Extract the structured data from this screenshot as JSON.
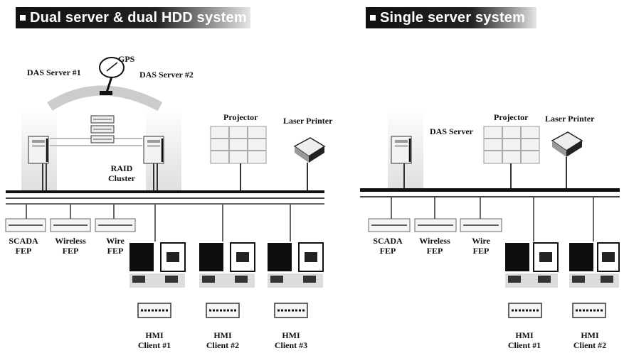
{
  "left": {
    "title": "Dual server & dual HDD system",
    "labels": {
      "gps": "GPS",
      "server1": "DAS Server #1",
      "server2": "DAS Server #2",
      "projector": "Projector",
      "printer": "Laser Printer",
      "raid_line1": "RAID",
      "raid_line2": "Cluster",
      "fep1_line1": "SCADA",
      "fep1_line2": "FEP",
      "fep2_line1": "Wireless",
      "fep2_line2": "FEP",
      "fep3_line1": "Wire",
      "fep3_line2": "FEP",
      "client1_line1": "HMI",
      "client1_line2": "Client #1",
      "client2_line1": "HMI",
      "client2_line2": "Client #2",
      "client3_line1": "HMI",
      "client3_line2": "Client #3"
    }
  },
  "right": {
    "title": "Single server system",
    "labels": {
      "server": "DAS Server",
      "projector": "Projector",
      "printer": "Laser Printer",
      "fep1_line1": "SCADA",
      "fep1_line2": "FEP",
      "fep2_line1": "Wireless",
      "fep2_line2": "FEP",
      "fep3_line1": "Wire",
      "fep3_line2": "FEP",
      "client1_line1": "HMI",
      "client1_line2": "Client #1",
      "client2_line1": "HMI",
      "client2_line2": "Client #2"
    }
  },
  "icons": [
    "satellite-dish-icon",
    "server-tower-icon",
    "raid-storage-icon",
    "projector-wall-icon",
    "laser-printer-icon",
    "fep-rack-icon",
    "hmi-workstation-icon",
    "keyboard-icon"
  ]
}
